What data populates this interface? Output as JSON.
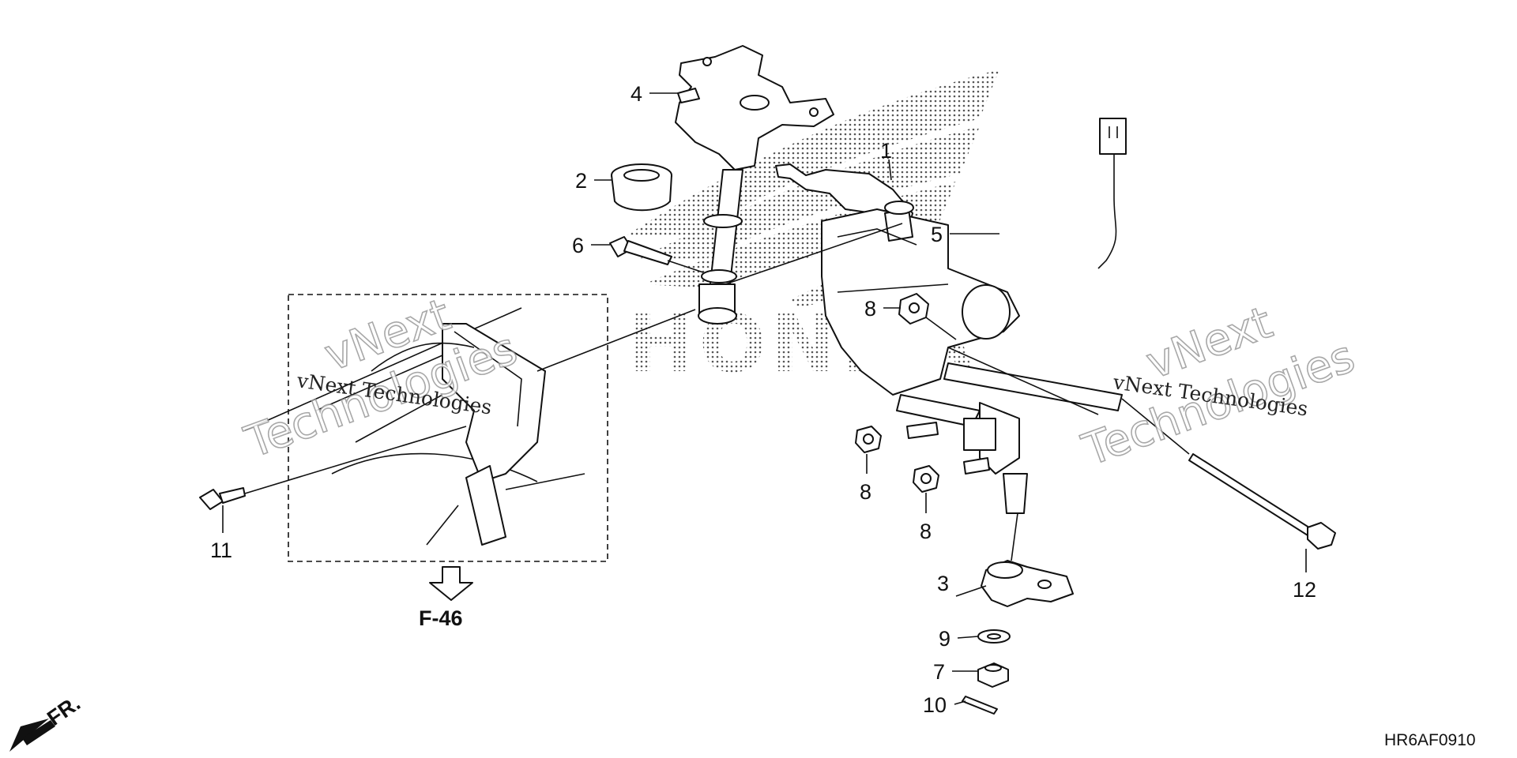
{
  "diagram": {
    "reference_code": "HR6AF0910",
    "see_also": "F-46",
    "front_label": "FR.",
    "logo_text": "HONDA",
    "watermarks": [
      {
        "big": "vNext",
        "big2": "Technologies",
        "small": "vNext Technologies"
      },
      {
        "big": "vNext",
        "big2": "Technologies",
        "small": "vNext Technologies"
      }
    ],
    "callouts": [
      {
        "id": "p1",
        "label": "1"
      },
      {
        "id": "p2",
        "label": "2"
      },
      {
        "id": "p3",
        "label": "3"
      },
      {
        "id": "p4",
        "label": "4"
      },
      {
        "id": "p5",
        "label": "5"
      },
      {
        "id": "p6",
        "label": "6"
      },
      {
        "id": "p7",
        "label": "7"
      },
      {
        "id": "p8a",
        "label": "8"
      },
      {
        "id": "p8b",
        "label": "8"
      },
      {
        "id": "p8c",
        "label": "8"
      },
      {
        "id": "p9",
        "label": "9"
      },
      {
        "id": "p10",
        "label": "10"
      },
      {
        "id": "p11",
        "label": "11"
      },
      {
        "id": "p12",
        "label": "12"
      }
    ]
  }
}
